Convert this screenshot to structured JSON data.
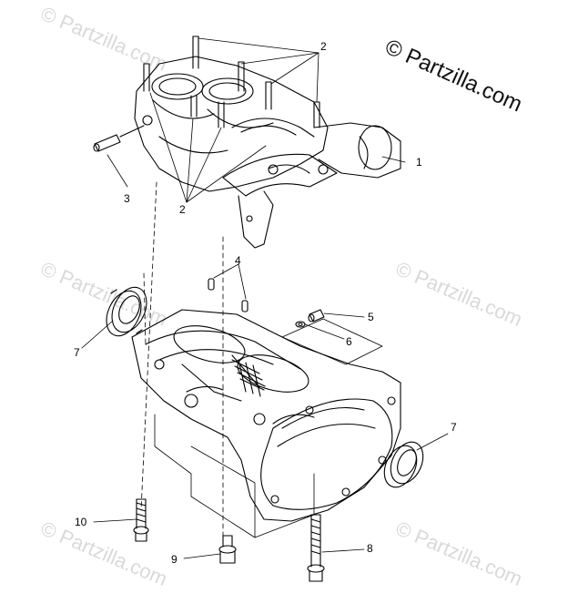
{
  "watermarks": [
    {
      "text": "© Partzilla.com"
    },
    {
      "text": "© Partzilla.com"
    },
    {
      "text": "© Partzilla.com"
    },
    {
      "text": "© Partzilla.com"
    },
    {
      "text": "© Partzilla.com"
    }
  ],
  "brand": {
    "text": "© Partzilla.com"
  },
  "callouts": {
    "c1": "1",
    "c2_top": "2",
    "c2_bottom": "2",
    "c3": "3",
    "c4": "4",
    "c5": "5",
    "c6": "6",
    "c7_left": "7",
    "c7_right": "7",
    "c8": "8",
    "c9": "9",
    "c10": "10"
  }
}
